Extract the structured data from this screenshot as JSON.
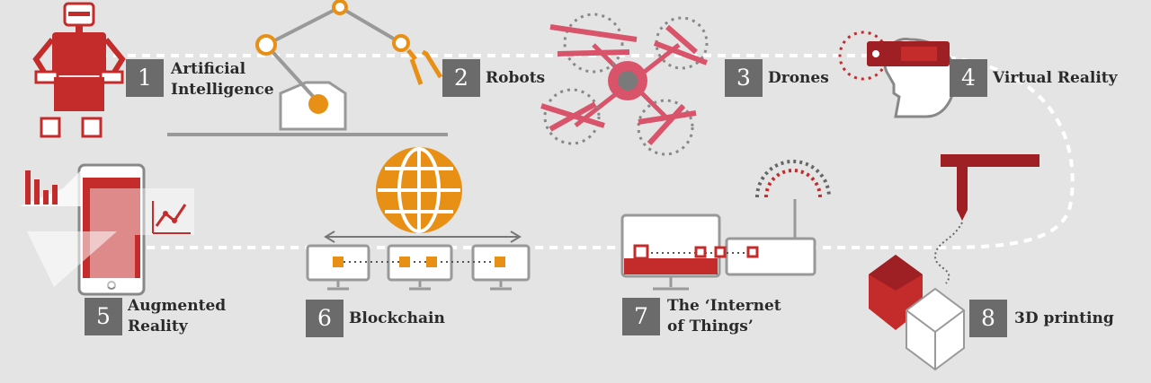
{
  "items": [
    {
      "number": "1",
      "line1": "Artificial",
      "line2": "Intelligence"
    },
    {
      "number": "2",
      "line1": "Robots",
      "line2": ""
    },
    {
      "number": "3",
      "line1": "Drones",
      "line2": ""
    },
    {
      "number": "4",
      "line1": "Virtual Reality",
      "line2": ""
    },
    {
      "number": "5",
      "line1": "Augmented",
      "line2": "Reality"
    },
    {
      "number": "6",
      "line1": "Blockchain",
      "line2": ""
    },
    {
      "number": "7",
      "line1": "The ‘Internet",
      "line2": "of Things’"
    },
    {
      "number": "8",
      "line1": "3D printing",
      "line2": ""
    }
  ],
  "colors": {
    "background": "#e4e4e4",
    "red": "#c42b2b",
    "dark_red": "#9e1f24",
    "pink": "#d9546a",
    "orange": "#e88f16",
    "gray": "#6b6b6b",
    "outline": "#999999"
  }
}
